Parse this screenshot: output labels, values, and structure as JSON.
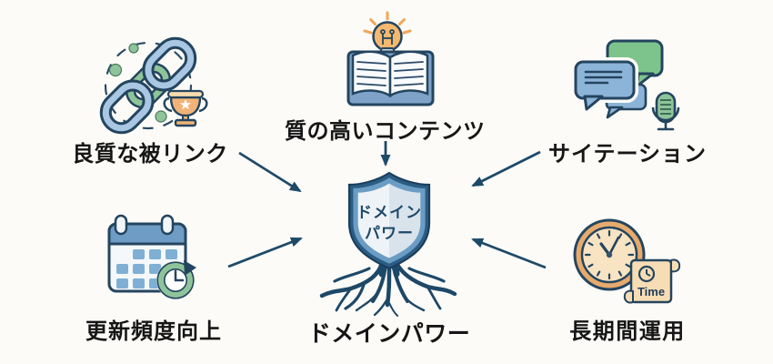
{
  "diagram": {
    "title_implied": "ドメインパワー",
    "colors": {
      "background": "#fcfbf8",
      "arrow": "#1e4a68",
      "outline": "#24455f",
      "navy": "#1d4868",
      "label_text": "#161616",
      "blue_fill": "#a9c6e2",
      "mid_blue": "#7fa3c8",
      "green_fill": "#8fc49a",
      "green_bubble": "#7dc48c",
      "orange_fill": "#f2b377",
      "cream_fill": "#f7ddb4",
      "tan_ring": "#e7aa6d",
      "shield_face_light": "#eef3f8",
      "shield_face_shade": "#d9e3ec"
    },
    "center": {
      "icon": "shield-roots-icon",
      "shield_line1": "ドメイン",
      "shield_line2": "パワー",
      "label": "ドメインパワー"
    },
    "factors": [
      {
        "id": "quality-backlinks",
        "label": "良質な被リンク",
        "icon": "chain-link-trophy-icon"
      },
      {
        "id": "quality-content",
        "label": "質の高いコンテンツ",
        "icon": "book-lightbulb-icon"
      },
      {
        "id": "citation",
        "label": "サイテーション",
        "icon": "speech-bubbles-mic-icon"
      },
      {
        "id": "update-frequency",
        "label": "更新頻度向上",
        "icon": "calendar-refresh-icon"
      },
      {
        "id": "long-term-operation",
        "label": "長期間運用",
        "icon": "clock-time-scroll-icon",
        "scroll_text": "Time"
      }
    ],
    "connections": [
      {
        "from": "quality-backlinks",
        "to": "domain-power"
      },
      {
        "from": "quality-content",
        "to": "domain-power"
      },
      {
        "from": "citation",
        "to": "domain-power"
      },
      {
        "from": "update-frequency",
        "to": "domain-power"
      },
      {
        "from": "long-term-operation",
        "to": "domain-power"
      }
    ]
  }
}
